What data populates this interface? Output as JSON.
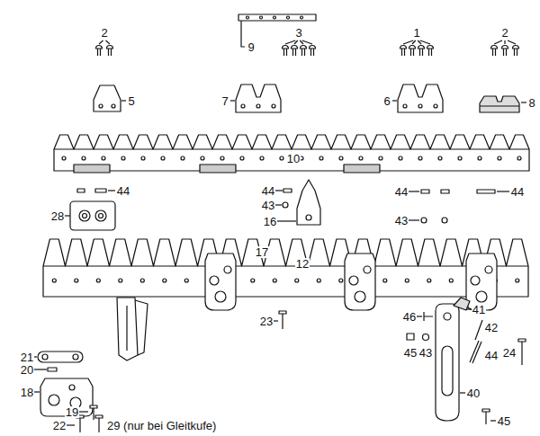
{
  "diagram": {
    "labels": [
      "2",
      "9",
      "3",
      "1",
      "2",
      "5",
      "7",
      "6",
      "8",
      "10",
      "44",
      "28",
      "44",
      "43",
      "16",
      "44",
      "44",
      "43",
      "17",
      "12",
      "23",
      "46",
      "41",
      "42",
      "21",
      "20",
      "45",
      "43",
      "44",
      "24",
      "18",
      "40",
      "19",
      "22",
      "29 (nur bei Gleitkufe)",
      "45"
    ]
  }
}
